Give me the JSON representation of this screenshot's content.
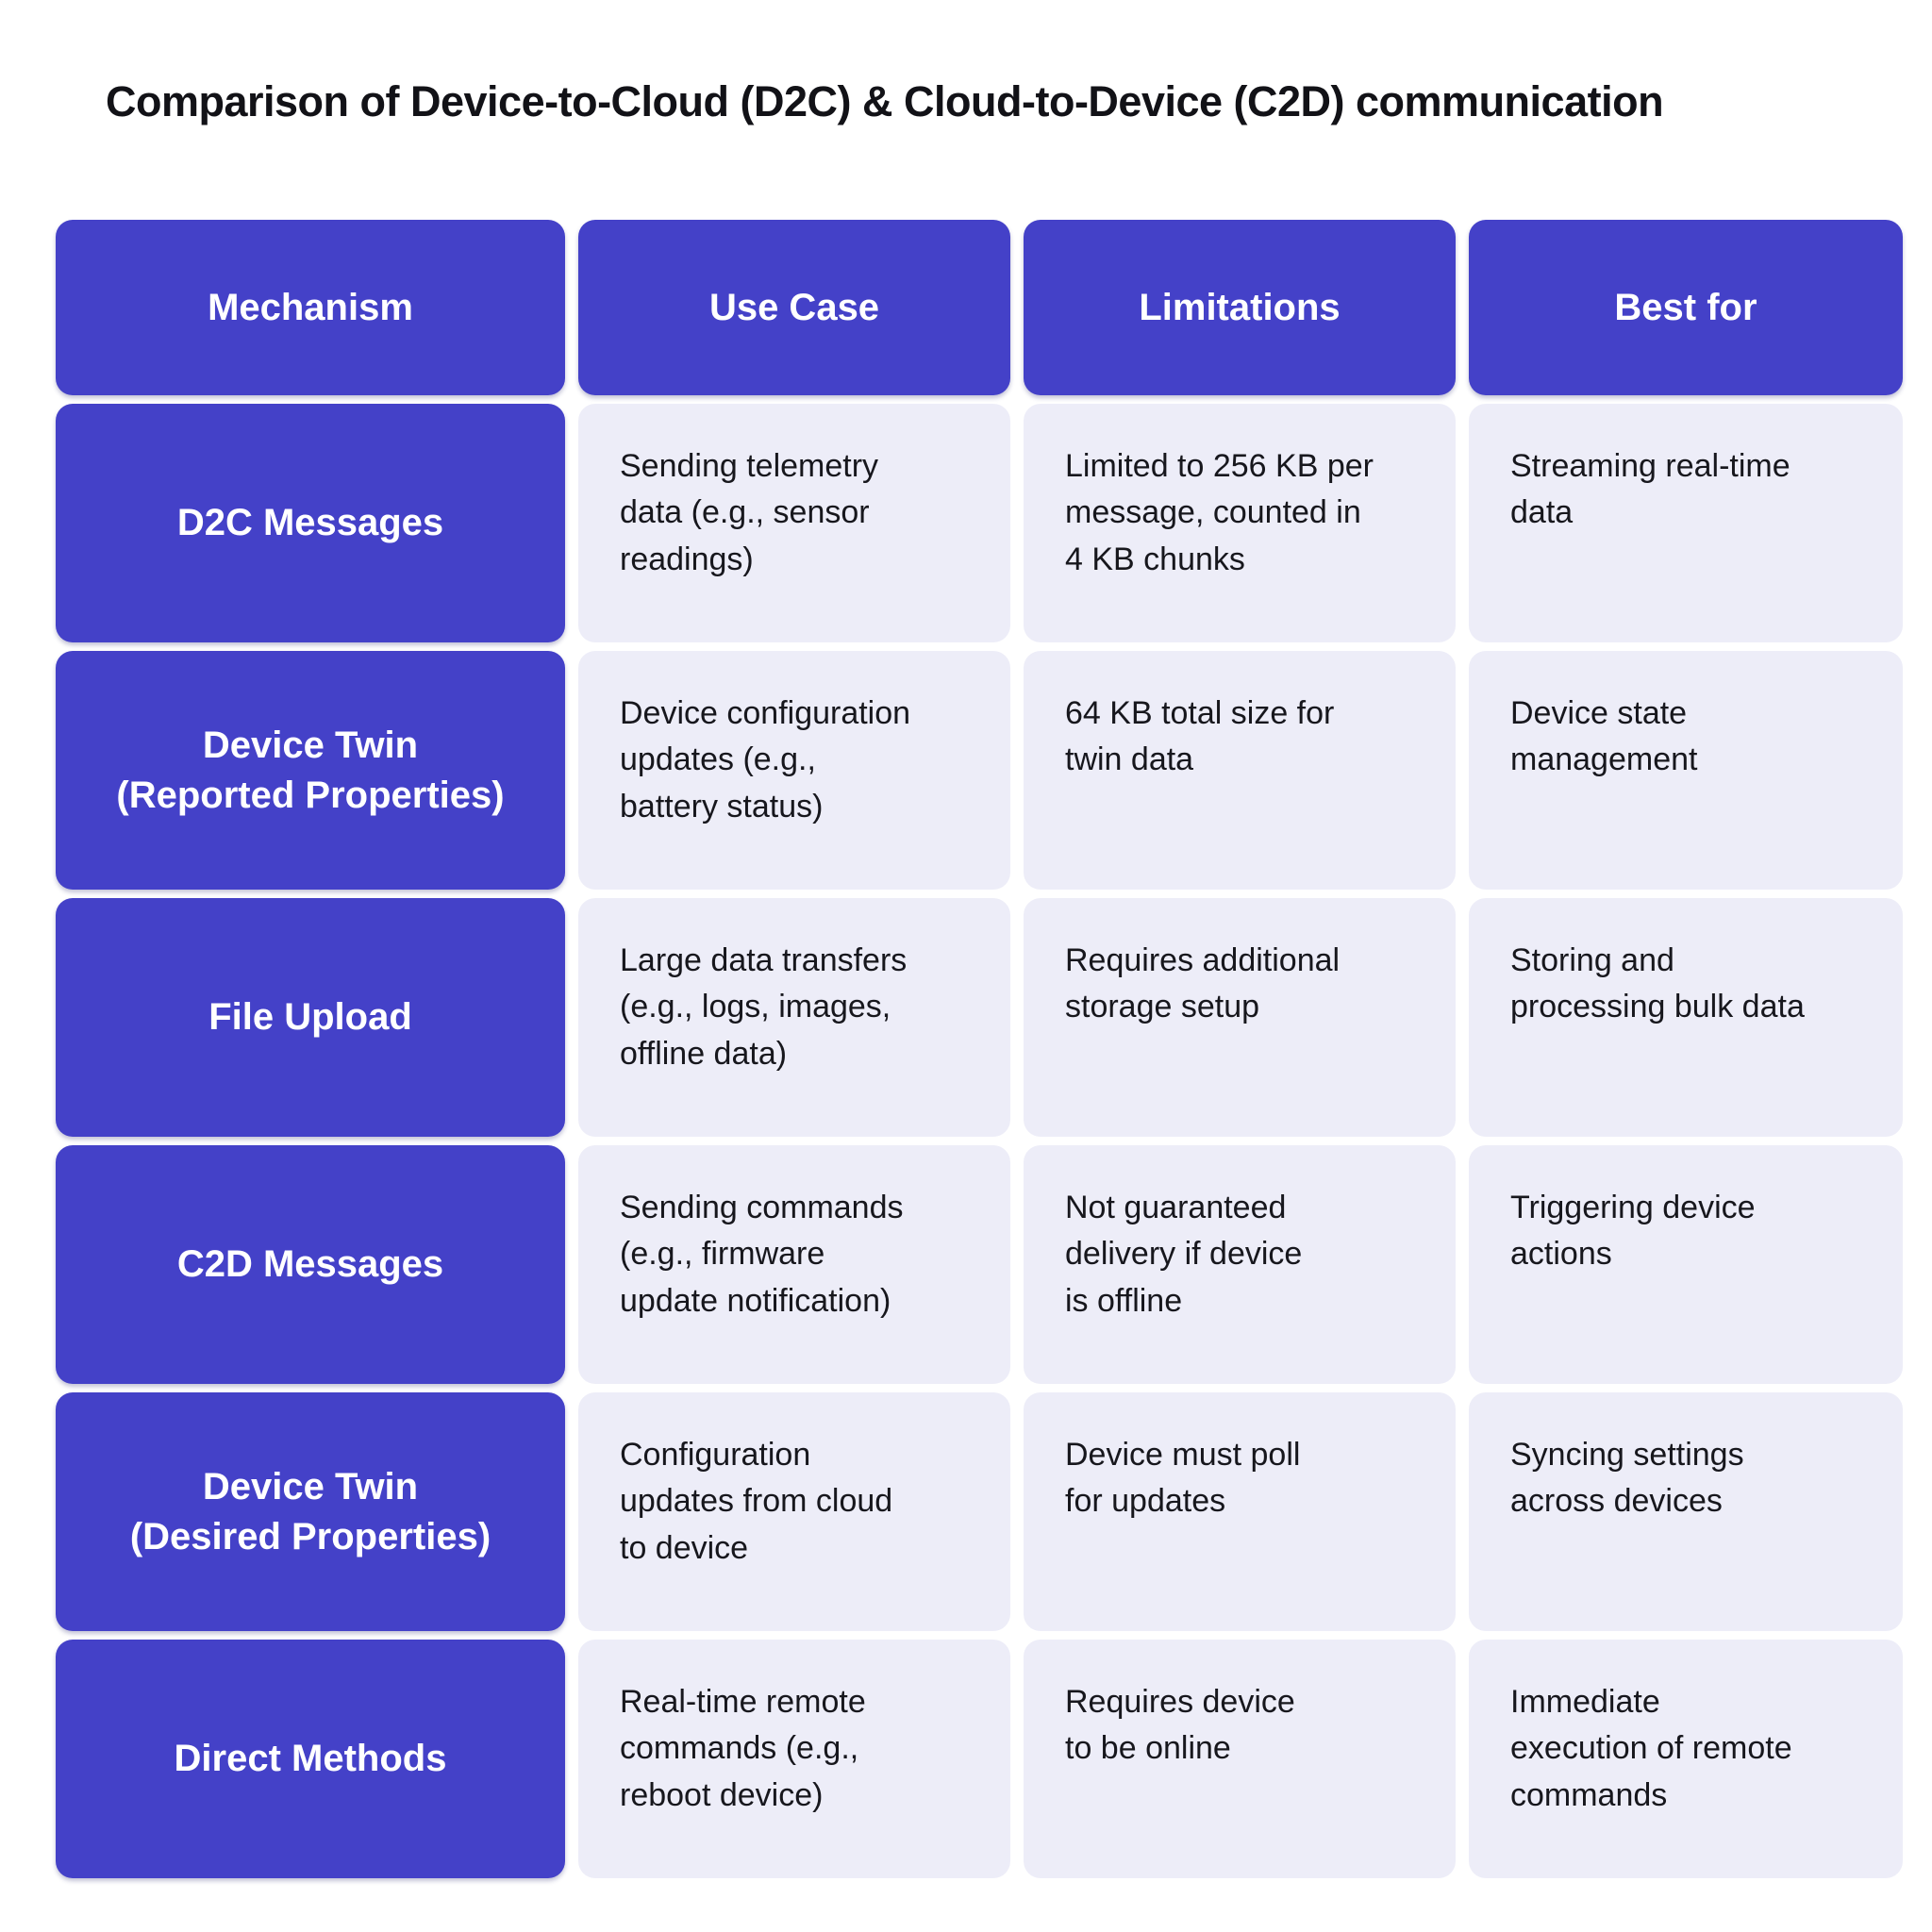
{
  "title": "Comparison of Device-to-Cloud (D2C) & Cloud-to-Device (C2D) communication",
  "colors": {
    "accent_indigo": "#4441c8",
    "cell_lavender": "#ededf8",
    "header_text": "#ffffff",
    "body_text": "#17171d",
    "page_background": "#ffffff"
  },
  "table": {
    "columns": [
      "Mechanism",
      "Use Case",
      "Limitations",
      "Best for"
    ],
    "rows": [
      {
        "mechanism": "D2C Messages",
        "use_case": "Sending telemetry\ndata (e.g., sensor\nreadings)",
        "limitations": "Limited to 256 KB per\nmessage, counted in\n4 KB chunks",
        "best_for": "Streaming real-time\ndata"
      },
      {
        "mechanism": "Device Twin\n(Reported Properties)",
        "use_case": "Device configuration\nupdates (e.g.,\nbattery status)",
        "limitations": "64 KB total size for\ntwin data",
        "best_for": "Device state\nmanagement"
      },
      {
        "mechanism": "File Upload",
        "use_case": "Large data transfers\n(e.g., logs, images,\noffline data)",
        "limitations": "Requires additional\nstorage setup",
        "best_for": "Storing and\nprocessing bulk data"
      },
      {
        "mechanism": "C2D Messages",
        "use_case": "Sending commands\n(e.g., firmware\nupdate notification)",
        "limitations": "Not guaranteed\ndelivery if device\nis offline",
        "best_for": "Triggering device\nactions"
      },
      {
        "mechanism": "Device Twin\n(Desired Properties)",
        "use_case": "Configuration\nupdates from cloud\nto device",
        "limitations": "Device must poll\nfor updates",
        "best_for": "Syncing settings\nacross devices"
      },
      {
        "mechanism": "Direct Methods",
        "use_case": "Real-time remote\ncommands (e.g.,\nreboot device)",
        "limitations": "Requires device\nto be online",
        "best_for": "Immediate\nexecution of remote\ncommands"
      }
    ]
  },
  "chart_data": {
    "type": "table",
    "title": "Comparison of Device-to-Cloud (D2C) & Cloud-to-Device (C2D) communication",
    "columns": [
      "Mechanism",
      "Use Case",
      "Limitations",
      "Best for"
    ],
    "rows": [
      [
        "D2C Messages",
        "Sending telemetry data (e.g., sensor readings)",
        "Limited to 256 KB per message, counted in 4 KB chunks",
        "Streaming real-time data"
      ],
      [
        "Device Twin (Reported Properties)",
        "Device configuration updates (e.g., battery status)",
        "64 KB total size for twin data",
        "Device state management"
      ],
      [
        "File Upload",
        "Large data transfers (e.g., logs, images, offline data)",
        "Requires additional storage setup",
        "Storing and processing bulk data"
      ],
      [
        "C2D Messages",
        "Sending commands (e.g., firmware update notification)",
        "Not guaranteed delivery if device is offline",
        "Triggering device actions"
      ],
      [
        "Device Twin (Desired Properties)",
        "Configuration updates from cloud to device",
        "Device must poll for updates",
        "Syncing settings across devices"
      ],
      [
        "Direct Methods",
        "Real-time remote commands (e.g., reboot device)",
        "Requires device to be online",
        "Immediate execution of remote commands"
      ]
    ]
  }
}
